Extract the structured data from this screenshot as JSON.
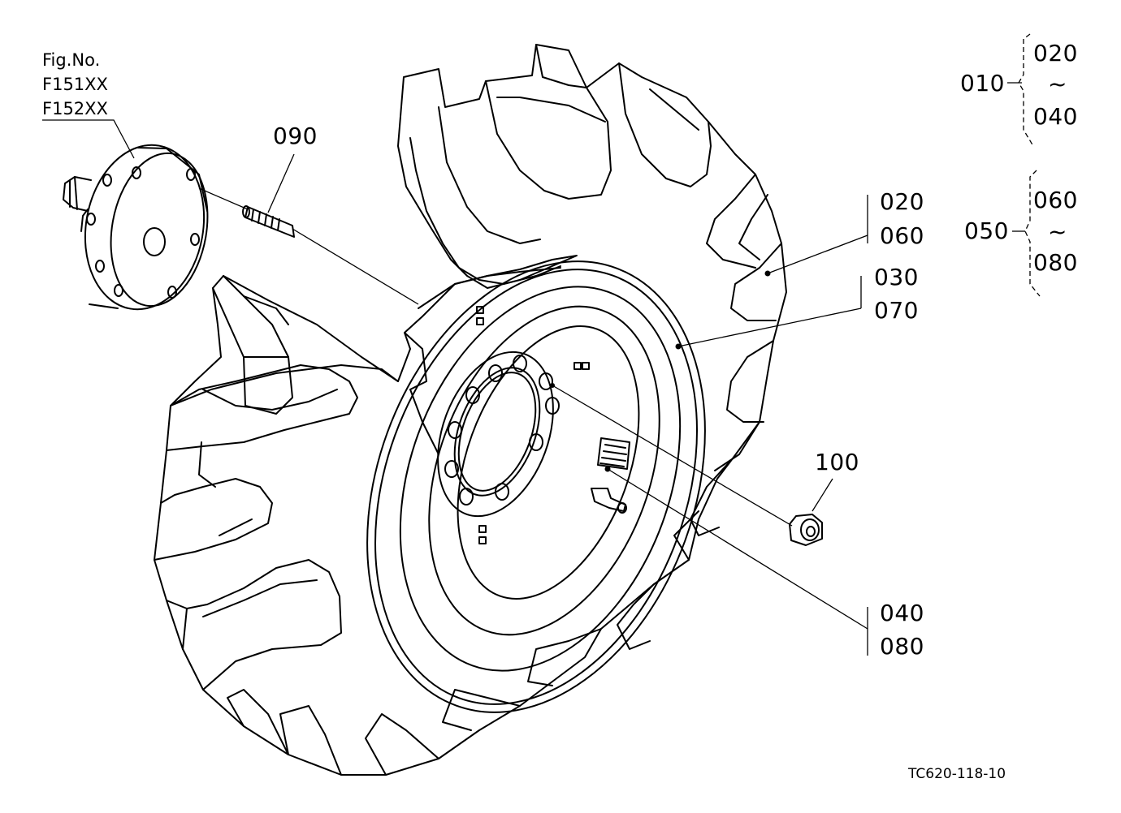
{
  "figure": {
    "label": "Fig.No.",
    "numbers": [
      "F151XX",
      "F152XX"
    ]
  },
  "drawing_number": "TC620-118-10",
  "callouts": {
    "c090": "090",
    "c100": "100",
    "c020": "020",
    "c060": "060",
    "c030": "030",
    "c070": "070",
    "c040": "040",
    "c080": "080"
  },
  "groups": [
    {
      "id": "010",
      "from": "020",
      "tilde": "~",
      "to": "040"
    },
    {
      "id": "050",
      "from": "060",
      "tilde": "~",
      "to": "080"
    }
  ]
}
